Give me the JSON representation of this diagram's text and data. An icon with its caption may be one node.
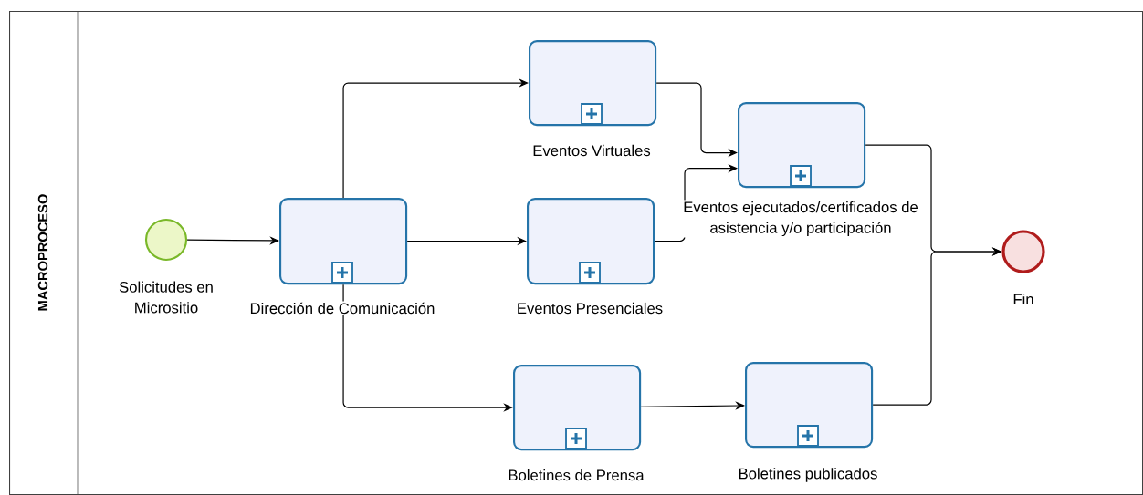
{
  "diagram": {
    "nodes": [
      {
        "text": [
          "MACROPROCESO"
        ]
      },
      {
        "text": [
          "Solicitudes en Micrositio"
        ],
        "in": 0
      },
      {
        "text": [
          "Dirección de Comunicación"
        ],
        "in": 0
      },
      {
        "text": [
          "Eventos Virtuales"
        ],
        "in": 0
      },
      {
        "text": [
          "Eventos Presenciales"
        ],
        "in": 0
      },
      {
        "text": [
          "Boletines de Prensa"
        ],
        "in": 0
      },
      {
        "text": [
          "Eventos ejecutados/certificados de asistencia y/o participación"
        ],
        "in": 0
      },
      {
        "text": [
          "Boletines publicados"
        ],
        "in": 0
      },
      {
        "text": [
          "Fin"
        ],
        "in": 0
      }
    ],
    "edges": [
      {
        "from": 1,
        "to": 2,
        "arrow": "to"
      },
      {
        "from": 2,
        "to": 3,
        "arrow": "to"
      },
      {
        "from": 2,
        "to": 4,
        "arrow": "to"
      },
      {
        "from": 2,
        "to": 5,
        "arrow": "to"
      },
      {
        "from": 3,
        "to": 6,
        "arrow": "to"
      },
      {
        "from": 4,
        "to": 6,
        "arrow": "to"
      },
      {
        "from": 5,
        "to": 7,
        "arrow": "to"
      },
      {
        "from": 6,
        "to": 8,
        "arrow": "to"
      },
      {
        "from": 7,
        "to": 8,
        "arrow": "to"
      }
    ]
  }
}
